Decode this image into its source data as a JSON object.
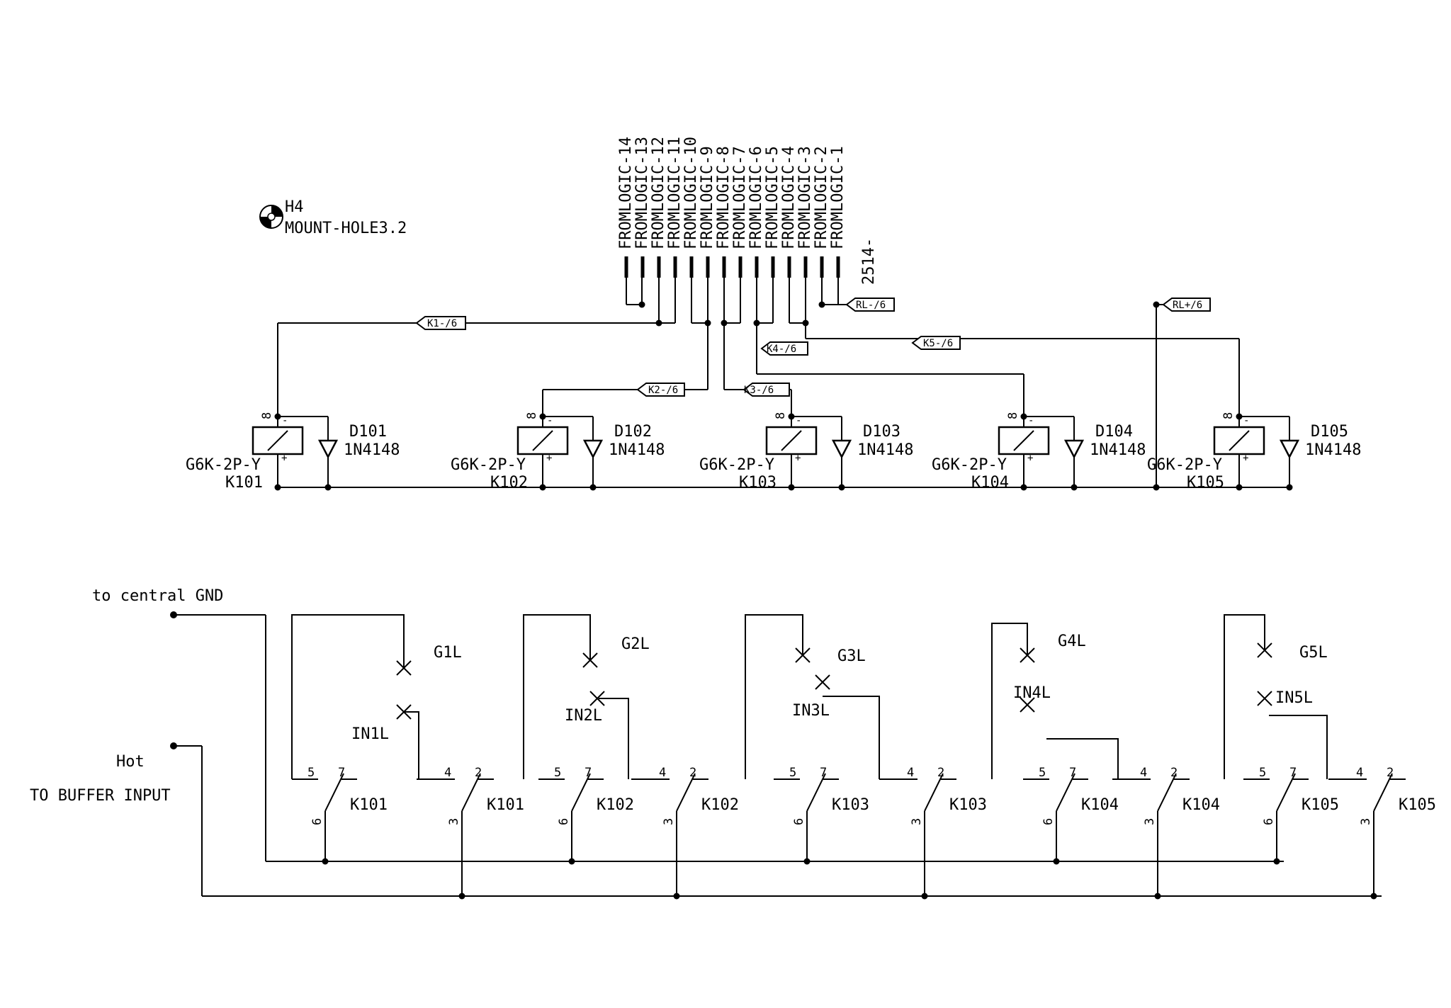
{
  "connector": {
    "name": "2514-",
    "pins": [
      "FROMLOGIC-14",
      "FROMLOGIC-13",
      "FROMLOGIC-12",
      "FROMLOGIC-11",
      "FROMLOGIC-10",
      "FROMLOGIC-9",
      "FROMLOGIC-8",
      "FROMLOGIC-7",
      "FROMLOGIC-6",
      "FROMLOGIC-5",
      "FROMLOGIC-4",
      "FROMLOGIC-3",
      "FROMLOGIC-2",
      "FROMLOGIC-1"
    ]
  },
  "mount_hole": {
    "ref": "H4",
    "value": "MOUNT-HOLE3.2"
  },
  "net_tags": {
    "k1": "K1-/6",
    "k2": "K2-/6",
    "k3": "K3-/6",
    "k4": "K4-/6",
    "k5": "K5-/6",
    "rl_minus": "RL-/6",
    "rl_plus": "RL+/6"
  },
  "relays": [
    {
      "ref": "K101",
      "value": "G6K-2P-Y",
      "diode_ref": "D101",
      "diode_value": "1N4148"
    },
    {
      "ref": "K102",
      "value": "G6K-2P-Y",
      "diode_ref": "D102",
      "diode_value": "1N4148"
    },
    {
      "ref": "K103",
      "value": "G6K-2P-Y",
      "diode_ref": "D103",
      "diode_value": "1N4148"
    },
    {
      "ref": "K104",
      "value": "G6K-2P-Y",
      "diode_ref": "D104",
      "diode_value": "1N4148"
    },
    {
      "ref": "K105",
      "value": "G6K-2P-Y",
      "diode_ref": "D105",
      "diode_value": "1N4148"
    }
  ],
  "coil_pins": {
    "top": "8",
    "minus": "-",
    "plus": "+"
  },
  "switch_pins": {
    "a_left": "5",
    "a_right": "7",
    "a_common": "6",
    "b_left": "4",
    "b_right": "2",
    "b_common": "3"
  },
  "signals": {
    "ground_label": "to central GND",
    "hot_label": "Hot",
    "buffer_label": "TO BUFFER INPUT",
    "ground_pins": [
      "G1L",
      "G2L",
      "G3L",
      "G4L",
      "G5L"
    ],
    "input_pins": [
      "IN1L",
      "IN2L",
      "IN3L",
      "IN4L",
      "IN5L"
    ]
  },
  "colors": {
    "ink": "#000000",
    "background": "#ffffff"
  }
}
